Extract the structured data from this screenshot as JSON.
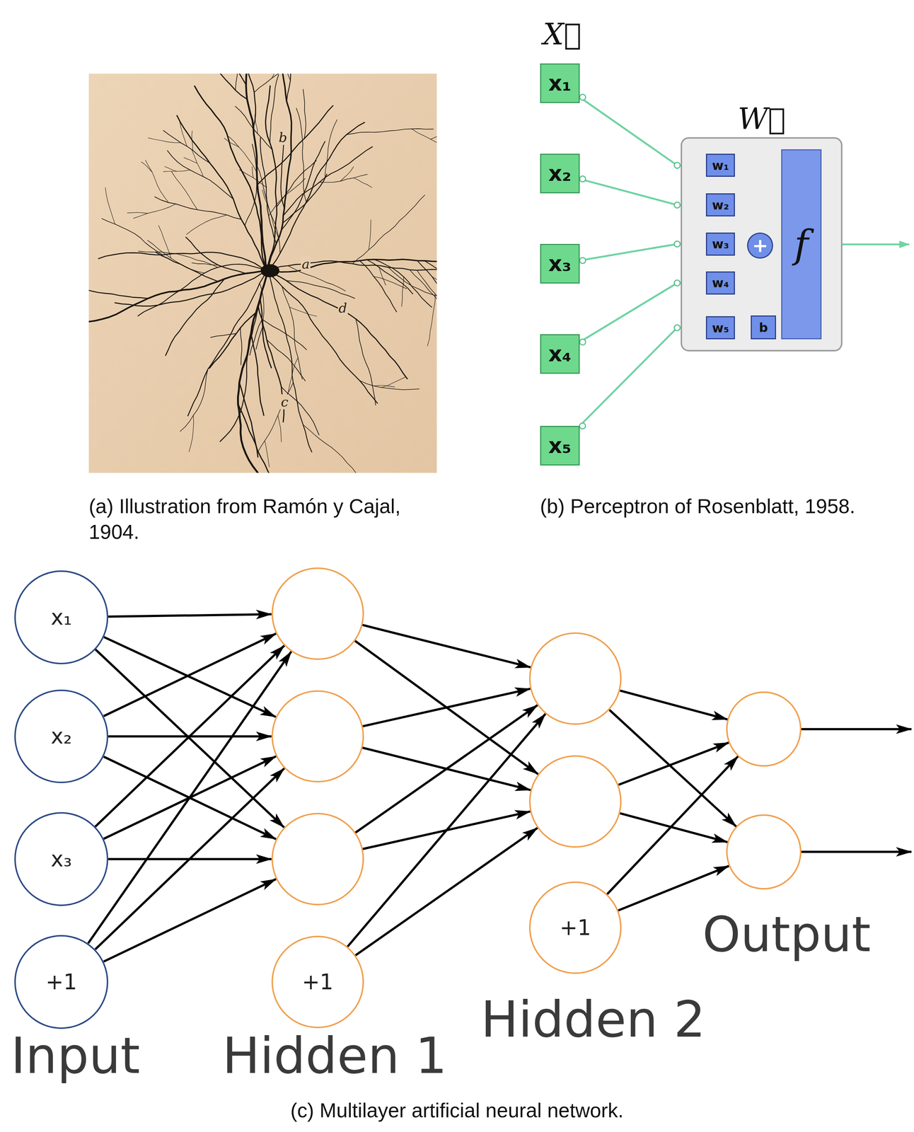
{
  "diagram": {
    "caption": "(c) Multilayer artificial neural network.",
    "nodes": [
      {
        "text": [
          "x₁"
        ]
      },
      {
        "text": [
          "x₂"
        ]
      },
      {
        "text": [
          "x₃"
        ]
      },
      {
        "text": [
          "x₄"
        ]
      },
      {
        "text": [
          "x₅"
        ]
      },
      {
        "text": [
          "W⃗"
        ]
      },
      {
        "text": [
          "w₁"
        ],
        "in": 5
      },
      {
        "text": [
          "w₂"
        ],
        "in": 5
      },
      {
        "text": [
          "w₃"
        ],
        "in": 5
      },
      {
        "text": [
          "w₄"
        ],
        "in": 5
      },
      {
        "text": [
          "w₅"
        ],
        "in": 5
      },
      {
        "text": [
          "+"
        ],
        "in": 5
      },
      {
        "text": [
          "b"
        ],
        "in": 5
      },
      {
        "text": [
          "f"
        ],
        "in": 5
      },
      {
        "text": [
          "x₁"
        ]
      },
      {
        "text": [
          "x₂"
        ]
      },
      {
        "text": [
          "x₃"
        ]
      },
      {
        "text": [
          "+1"
        ]
      },
      {
        "text": []
      },
      {
        "text": []
      },
      {
        "text": []
      },
      {
        "text": [
          "+1"
        ]
      },
      {
        "text": []
      },
      {
        "text": []
      },
      {
        "text": [
          "+1"
        ]
      },
      {
        "text": []
      },
      {
        "text": []
      }
    ],
    "edges": [
      {
        "from": 0,
        "to": 6,
        "arrow": "to"
      },
      {
        "from": 1,
        "to": 7,
        "arrow": "to"
      },
      {
        "from": 2,
        "to": 8,
        "arrow": "to"
      },
      {
        "from": 3,
        "to": 9,
        "arrow": "to"
      },
      {
        "from": 4,
        "to": 10,
        "arrow": "to"
      },
      {
        "from": 6,
        "to": 11,
        "arrow": "none"
      },
      {
        "from": 7,
        "to": 11,
        "arrow": "none"
      },
      {
        "from": 8,
        "to": 11,
        "arrow": "none"
      },
      {
        "from": 9,
        "to": 11,
        "arrow": "none"
      },
      {
        "from": 10,
        "to": 11,
        "arrow": "none"
      },
      {
        "from": 12,
        "to": 11,
        "arrow": "none"
      },
      {
        "from": 11,
        "to": 13,
        "arrow": "none"
      },
      {
        "from": 14,
        "to": 18,
        "arrow": "to"
      },
      {
        "from": 14,
        "to": 19,
        "arrow": "to"
      },
      {
        "from": 14,
        "to": 20,
        "arrow": "to"
      },
      {
        "from": 15,
        "to": 18,
        "arrow": "to"
      },
      {
        "from": 15,
        "to": 19,
        "arrow": "to"
      },
      {
        "from": 15,
        "to": 20,
        "arrow": "to"
      },
      {
        "from": 16,
        "to": 18,
        "arrow": "to"
      },
      {
        "from": 16,
        "to": 19,
        "arrow": "to"
      },
      {
        "from": 16,
        "to": 20,
        "arrow": "to"
      },
      {
        "from": 17,
        "to": 18,
        "arrow": "to"
      },
      {
        "from": 17,
        "to": 19,
        "arrow": "to"
      },
      {
        "from": 17,
        "to": 20,
        "arrow": "to"
      },
      {
        "from": 18,
        "to": 22,
        "arrow": "to"
      },
      {
        "from": 18,
        "to": 23,
        "arrow": "to"
      },
      {
        "from": 19,
        "to": 22,
        "arrow": "to"
      },
      {
        "from": 19,
        "to": 23,
        "arrow": "to"
      },
      {
        "from": 20,
        "to": 22,
        "arrow": "to"
      },
      {
        "from": 20,
        "to": 23,
        "arrow": "to"
      },
      {
        "from": 21,
        "to": 22,
        "arrow": "to"
      },
      {
        "from": 21,
        "to": 23,
        "arrow": "to"
      },
      {
        "from": 22,
        "to": 25,
        "arrow": "to"
      },
      {
        "from": 22,
        "to": 26,
        "arrow": "to"
      },
      {
        "from": 23,
        "to": 25,
        "arrow": "to"
      },
      {
        "from": 23,
        "to": 26,
        "arrow": "to"
      },
      {
        "from": 24,
        "to": 25,
        "arrow": "to"
      },
      {
        "from": 24,
        "to": 26,
        "arrow": "to"
      }
    ],
    "labels": [
      "b",
      "a",
      "d",
      "c",
      "(a) Illustration from Ramón y Cajal, 1904.",
      "X⃗",
      "(b) Perceptron of Rosenblatt, 1958.",
      "Input",
      "Hidden 1",
      "Hidden 2",
      "Output"
    ]
  }
}
